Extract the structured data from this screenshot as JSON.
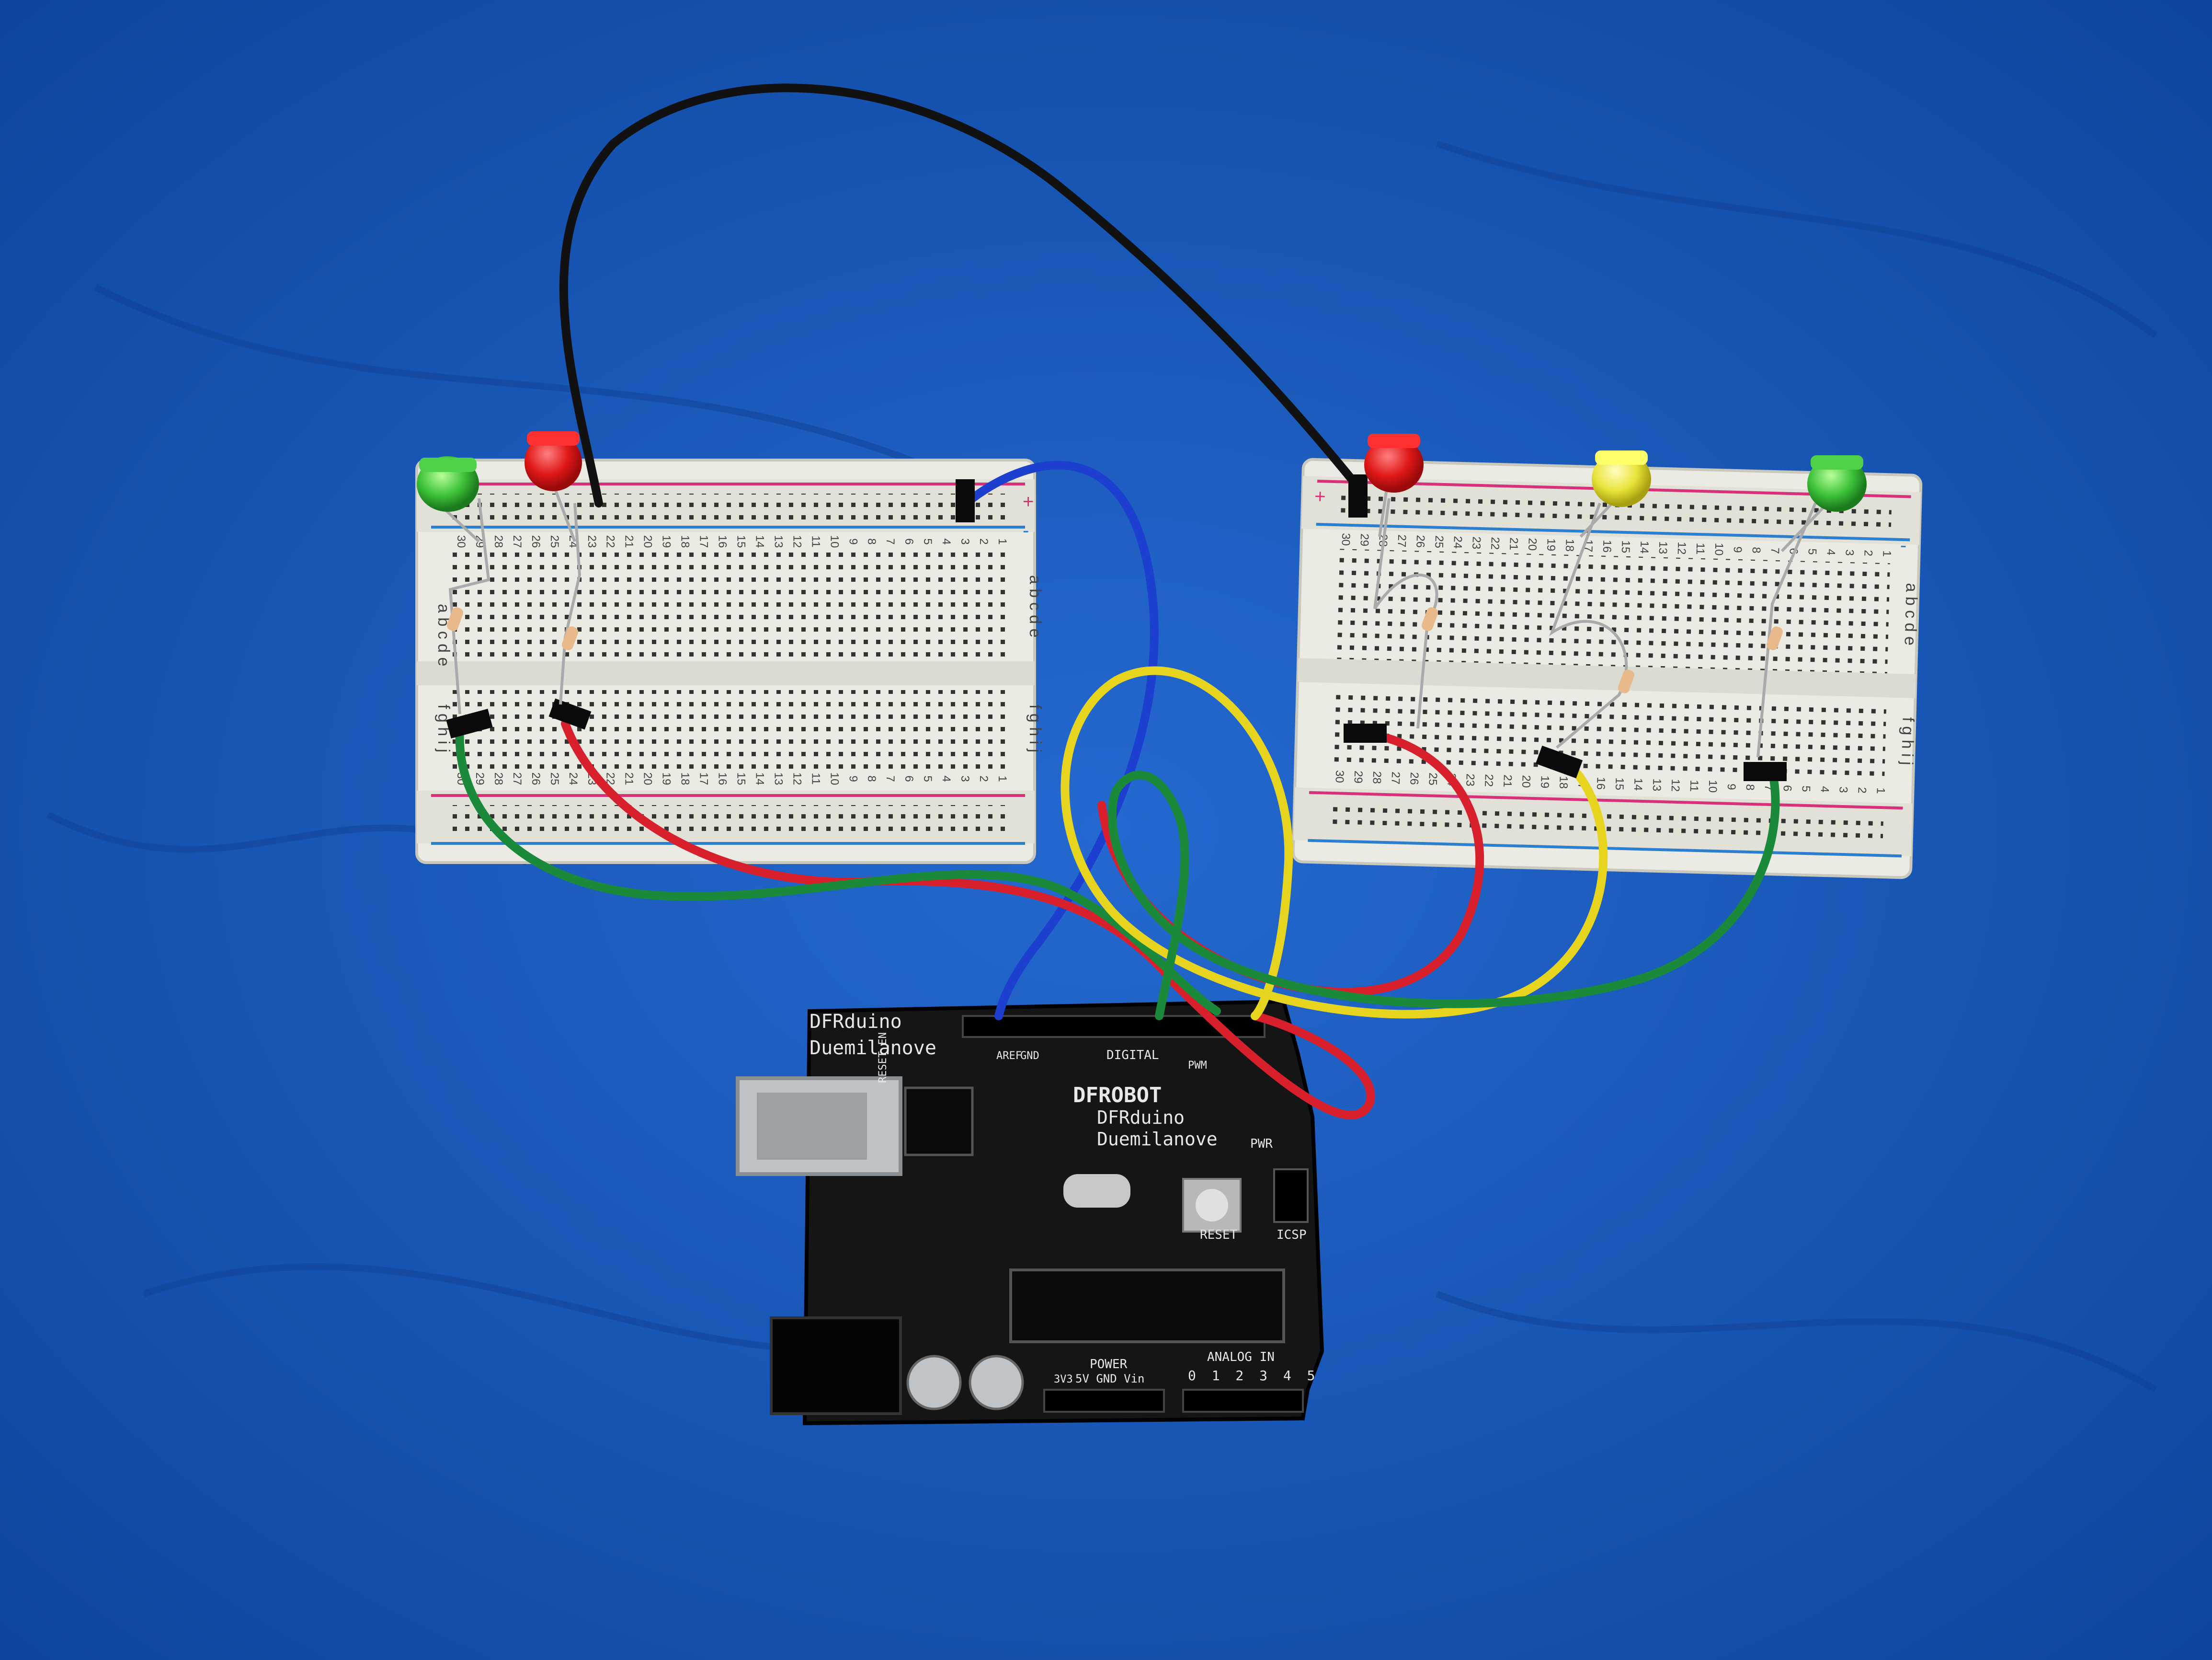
{
  "scene": {
    "background": "blue fabric",
    "colors": {
      "fabric": "#1a5fc4",
      "fabric_dark": "#0f4aa3",
      "breadboard": "#ecebe3",
      "rail_red": "#d9307a",
      "rail_blue": "#2a7fd0",
      "pcb": "#151515",
      "wire_red": "#d8202c",
      "wire_green": "#1a8a3a",
      "wire_yellow": "#e6d41e",
      "wire_blue": "#1d3fd0",
      "wire_black": "#111111",
      "led_red": "#e01818",
      "led_green": "#3ec23a",
      "led_yellow": "#e8e43a"
    }
  },
  "board": {
    "model_line1": "DFRduino",
    "model_line2": "Duemilanove",
    "logo": "DFROBOT",
    "logo_sub1": "DFRduino",
    "logo_sub2": "Duemilanove",
    "header_digital": "DIGITAL",
    "header_power": "POWER",
    "header_analog": "ANALOG IN",
    "power_pins": "5V GND Vin",
    "analog_pins": "0 1 2 3 4 5",
    "label_reset": "RESET",
    "label_icsp": "ICSP",
    "label_pwr": "PWR",
    "label_aref": "AREF",
    "label_gnd": "GND",
    "label_reset_en": "RESET_EN",
    "label_pwm": "PWM",
    "label_3v3": "3V3"
  },
  "breadboard_left": {
    "rows_top": "a b c d e",
    "rows_bottom": "f g h i j",
    "column_numbers": [
      "30",
      "29",
      "28",
      "27",
      "26",
      "25",
      "24",
      "23",
      "22",
      "21",
      "20",
      "19",
      "18",
      "17",
      "16",
      "15",
      "14",
      "13",
      "12",
      "11",
      "10",
      "9",
      "8",
      "7",
      "6",
      "5",
      "4",
      "3",
      "2",
      "1"
    ],
    "rail_plus": "+",
    "rail_minus": "-",
    "leds": [
      "green",
      "red"
    ]
  },
  "breadboard_right": {
    "rows_top": "a b c d e",
    "rows_bottom": "f g h i j",
    "column_numbers": [
      "30",
      "29",
      "28",
      "27",
      "26",
      "25",
      "24",
      "23",
      "22",
      "21",
      "20",
      "19",
      "18",
      "17",
      "16",
      "15",
      "14",
      "13",
      "12",
      "11",
      "10",
      "9",
      "8",
      "7",
      "6",
      "5",
      "4",
      "3",
      "2",
      "1"
    ],
    "rail_plus": "+",
    "rail_minus": "-",
    "leds": [
      "red",
      "yellow",
      "green"
    ]
  }
}
